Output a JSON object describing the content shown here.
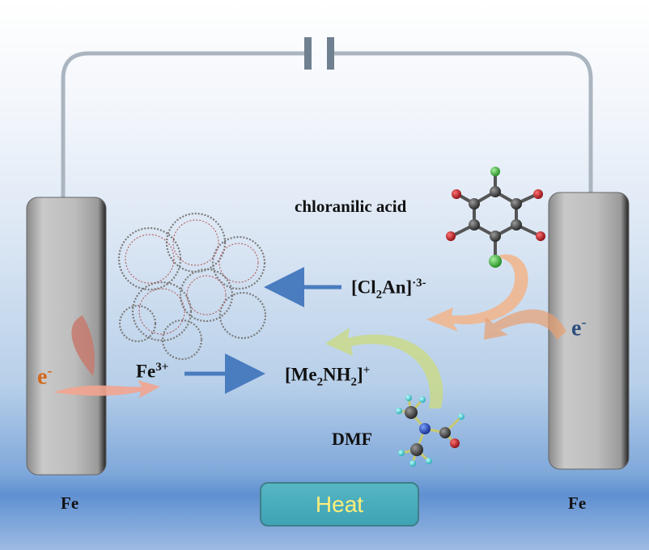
{
  "labels": {
    "chloranilic": "chloranilic acid",
    "cl2an_open": "[Cl",
    "cl2an_sub": "2",
    "cl2an_mid": "An]",
    "cl2an_sup": "·3-",
    "fe3": "Fe",
    "fe3_sup": "3+",
    "me2nh2_open": "[Me",
    "me2nh2_sub1": "2",
    "me2nh2_mid": "NH",
    "me2nh2_sub2": "2",
    "me2nh2_close": "]",
    "me2nh2_sup": "+",
    "dmf": "DMF",
    "e_left": "e",
    "e_left_sup": "-",
    "e_right": "e",
    "e_right_sup": "-",
    "fe_left": "Fe",
    "fe_right": "Fe"
  },
  "heat_button": {
    "label": "Heat"
  },
  "colors": {
    "wire": "#aab5c0",
    "electrode": "#b9b9b9",
    "arrow_blue": "#4a7cc0",
    "e_left": "#d2691e",
    "e_right": "#2f4f7f",
    "heat_text": "#ffef7a",
    "oxygen": "#c8202a",
    "chlorine": "#3fbf3f",
    "carbon": "#333333",
    "nitrogen": "#2050c8",
    "hydrogen": "#40d0d0"
  }
}
